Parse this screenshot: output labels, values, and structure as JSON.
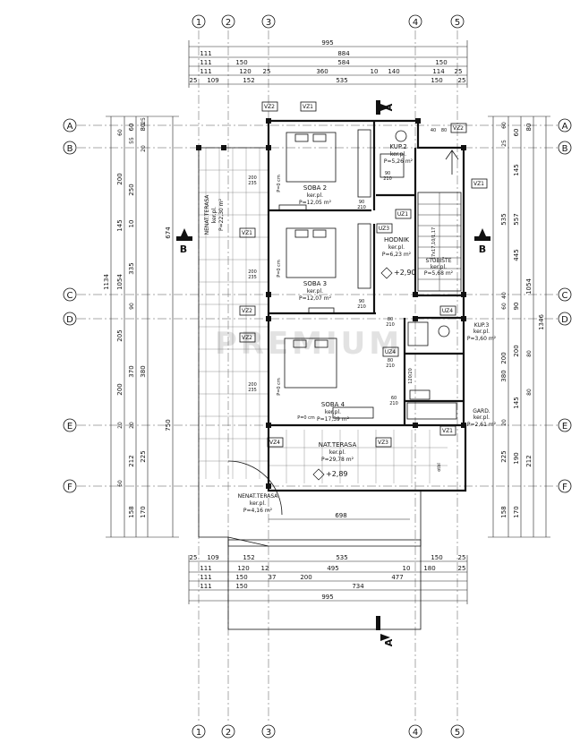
{
  "grid_axes": {
    "vertical": [
      "1",
      "2",
      "3",
      "4",
      "5"
    ],
    "horizontal": [
      "A",
      "B",
      "C",
      "D",
      "E",
      "F"
    ]
  },
  "section_marks": {
    "a": "A",
    "b": "B"
  },
  "top_dims": {
    "row1": [
      "995"
    ],
    "row2": [
      "111",
      "884"
    ],
    "row3": [
      "111",
      "150",
      "584",
      "150"
    ],
    "row4": [
      "111",
      "120",
      "25",
      "360",
      "10",
      "140",
      "114",
      "25"
    ],
    "row5": [
      "25",
      "109",
      "152",
      "535",
      "150",
      "25"
    ]
  },
  "bottom_dims": {
    "row1": [
      "25",
      "109",
      "152",
      "535",
      "150",
      "25"
    ],
    "row2": [
      "111",
      "120",
      "12",
      "495",
      "10",
      "180",
      "25"
    ],
    "row3": [
      "111",
      "150",
      "37",
      "200",
      "477"
    ],
    "row4": [
      "111",
      "150",
      "734"
    ],
    "row5": [
      "995"
    ]
  },
  "left_dims": {
    "outer": [
      "1134"
    ],
    "second": [
      "1054",
      "674",
      "750"
    ],
    "third": [
      "60",
      "200",
      "145",
      "335",
      "205",
      "200",
      "212",
      "170"
    ],
    "fourth": [
      "80",
      "250",
      "10",
      "370",
      "380",
      "225",
      "158"
    ],
    "small": [
      "25",
      "60",
      "55",
      "20",
      "90",
      "20",
      "20",
      "60"
    ]
  },
  "right_dims": {
    "outer": [
      "1346"
    ],
    "second": [
      "1054",
      "557",
      "535",
      "445"
    ],
    "third": [
      "80",
      "60",
      "145",
      "90",
      "200",
      "145",
      "225",
      "158"
    ],
    "fourth": [
      "200",
      "380",
      "190",
      "212",
      "170"
    ],
    "small": [
      "60",
      "25",
      "40",
      "60",
      "80",
      "20",
      "80"
    ]
  },
  "rooms": [
    {
      "name": "SOBA 2",
      "sub": "ker.pl.",
      "area": "P=12,05 m²"
    },
    {
      "name": "SOBA 3",
      "sub": "ker.pl.",
      "area": "P=12,07 m²"
    },
    {
      "name": "SOBA 4",
      "sub": "ker.pl.",
      "area": "P=17,39 m²"
    },
    {
      "name": "KUP.2",
      "sub": "ker.pl.",
      "area": "P=5,26 m²"
    },
    {
      "name": "HODNIK",
      "sub": "ker.pl.",
      "area": "P=6,23 m²"
    },
    {
      "name": "STUBIŠTE",
      "sub": "ker.pl.",
      "area": "P=5,68 m²"
    },
    {
      "name": "KUP.3",
      "sub": "ker.pl.",
      "area": "P=3,60 m²"
    },
    {
      "name": "GARD.",
      "sub": "ker.pl.",
      "area": "P=2,61 m²"
    },
    {
      "name": "NAT.TERASA",
      "sub": "ker.pl.",
      "area": "P=29,78 m²"
    },
    {
      "name": "NENAT.TERASA",
      "sub": "ker.pl.",
      "area": "P=4,16 m²"
    },
    {
      "name": "NENAT.TERASA",
      "sub": "ker.pl.",
      "area": "P=22,30 m²"
    }
  ],
  "levels": [
    "+2,90",
    "+2,89"
  ],
  "dim_698": "698",
  "window_tags": [
    "VZ2",
    "VZ1",
    "VZ2",
    "VZ1",
    "VZ1",
    "VZ2",
    "VZ2",
    "VZ4",
    "VZ3",
    "UZ1",
    "UZ3",
    "UZ4",
    "UZ4",
    "VZ1"
  ],
  "door_sizes": [
    "90",
    "210",
    "90",
    "210",
    "90",
    "210",
    "80",
    "210",
    "80",
    "210",
    "60",
    "210"
  ],
  "window_sizes": [
    "200",
    "235",
    "200",
    "235",
    "200",
    "235",
    "40",
    "80"
  ],
  "misc_labels": {
    "p0a": "P=0 cm",
    "p0b": "P=0 cm",
    "p0c": "P=0 cm",
    "p0d": "P=0 cm",
    "cut": "otbl",
    "vent": "120/20",
    "steps": "17x17,10/1,17"
  },
  "watermark": "PREMIUM",
  "colors": {
    "line": "#111111",
    "grid": "#555555",
    "watermark": "#dcdcdc",
    "tag_fill": "#ffffff"
  }
}
